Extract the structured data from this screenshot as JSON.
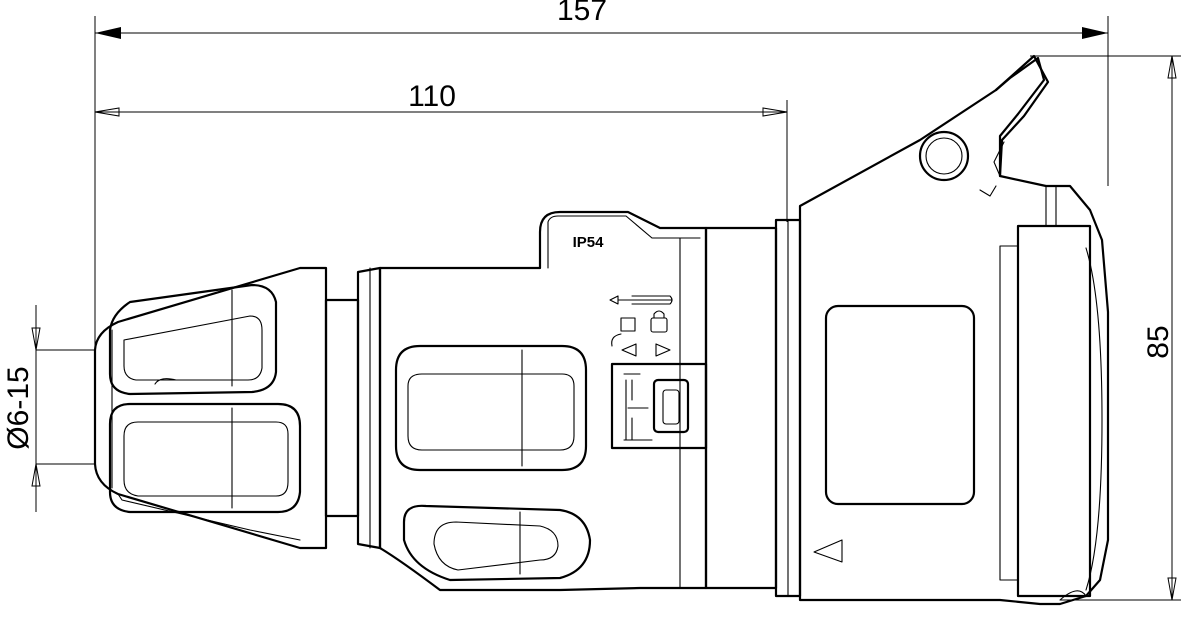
{
  "dimensions": {
    "overall_length": "157",
    "body_length": "110",
    "height": "85",
    "cable_diameter": "Ø6-15"
  },
  "label": {
    "ip_rating": "IP54"
  },
  "symbols": {
    "screwdriver": "screwdriver-icon",
    "unlock": "unlock-icon",
    "lock": "lock-icon",
    "arrow_left": "triangle-left-icon",
    "arrow_right": "triangle-right-icon",
    "face_marker": "triangle-up-icon"
  }
}
